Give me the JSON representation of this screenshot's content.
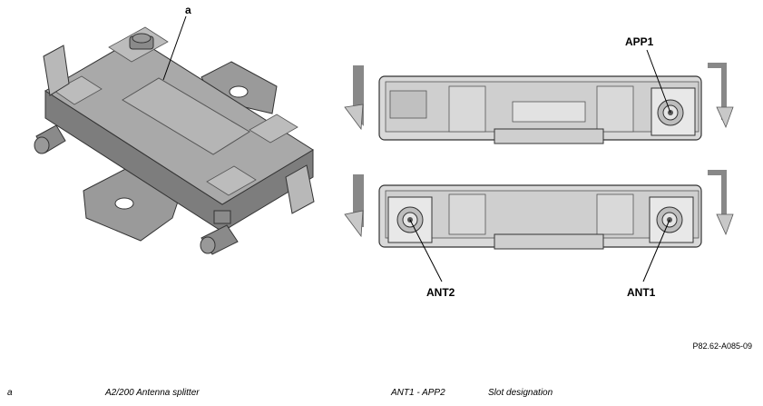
{
  "callouts": {
    "a": "a",
    "app1": "APP1",
    "ant2": "ANT2",
    "ant1": "ANT1"
  },
  "figure_ref": "P82.62-A085-09",
  "legend": {
    "row1_key": "a",
    "row1_desc": "A2/200 Antenna splitter",
    "row2_key": "ANT1 - APP2",
    "row2_desc": "Slot designation"
  },
  "colors": {
    "housing": "#a9a9a9",
    "housing_dark": "#7d7d7d",
    "housing_light": "#c8c8c8",
    "face": "#d9d9d9",
    "outline": "#333333"
  }
}
